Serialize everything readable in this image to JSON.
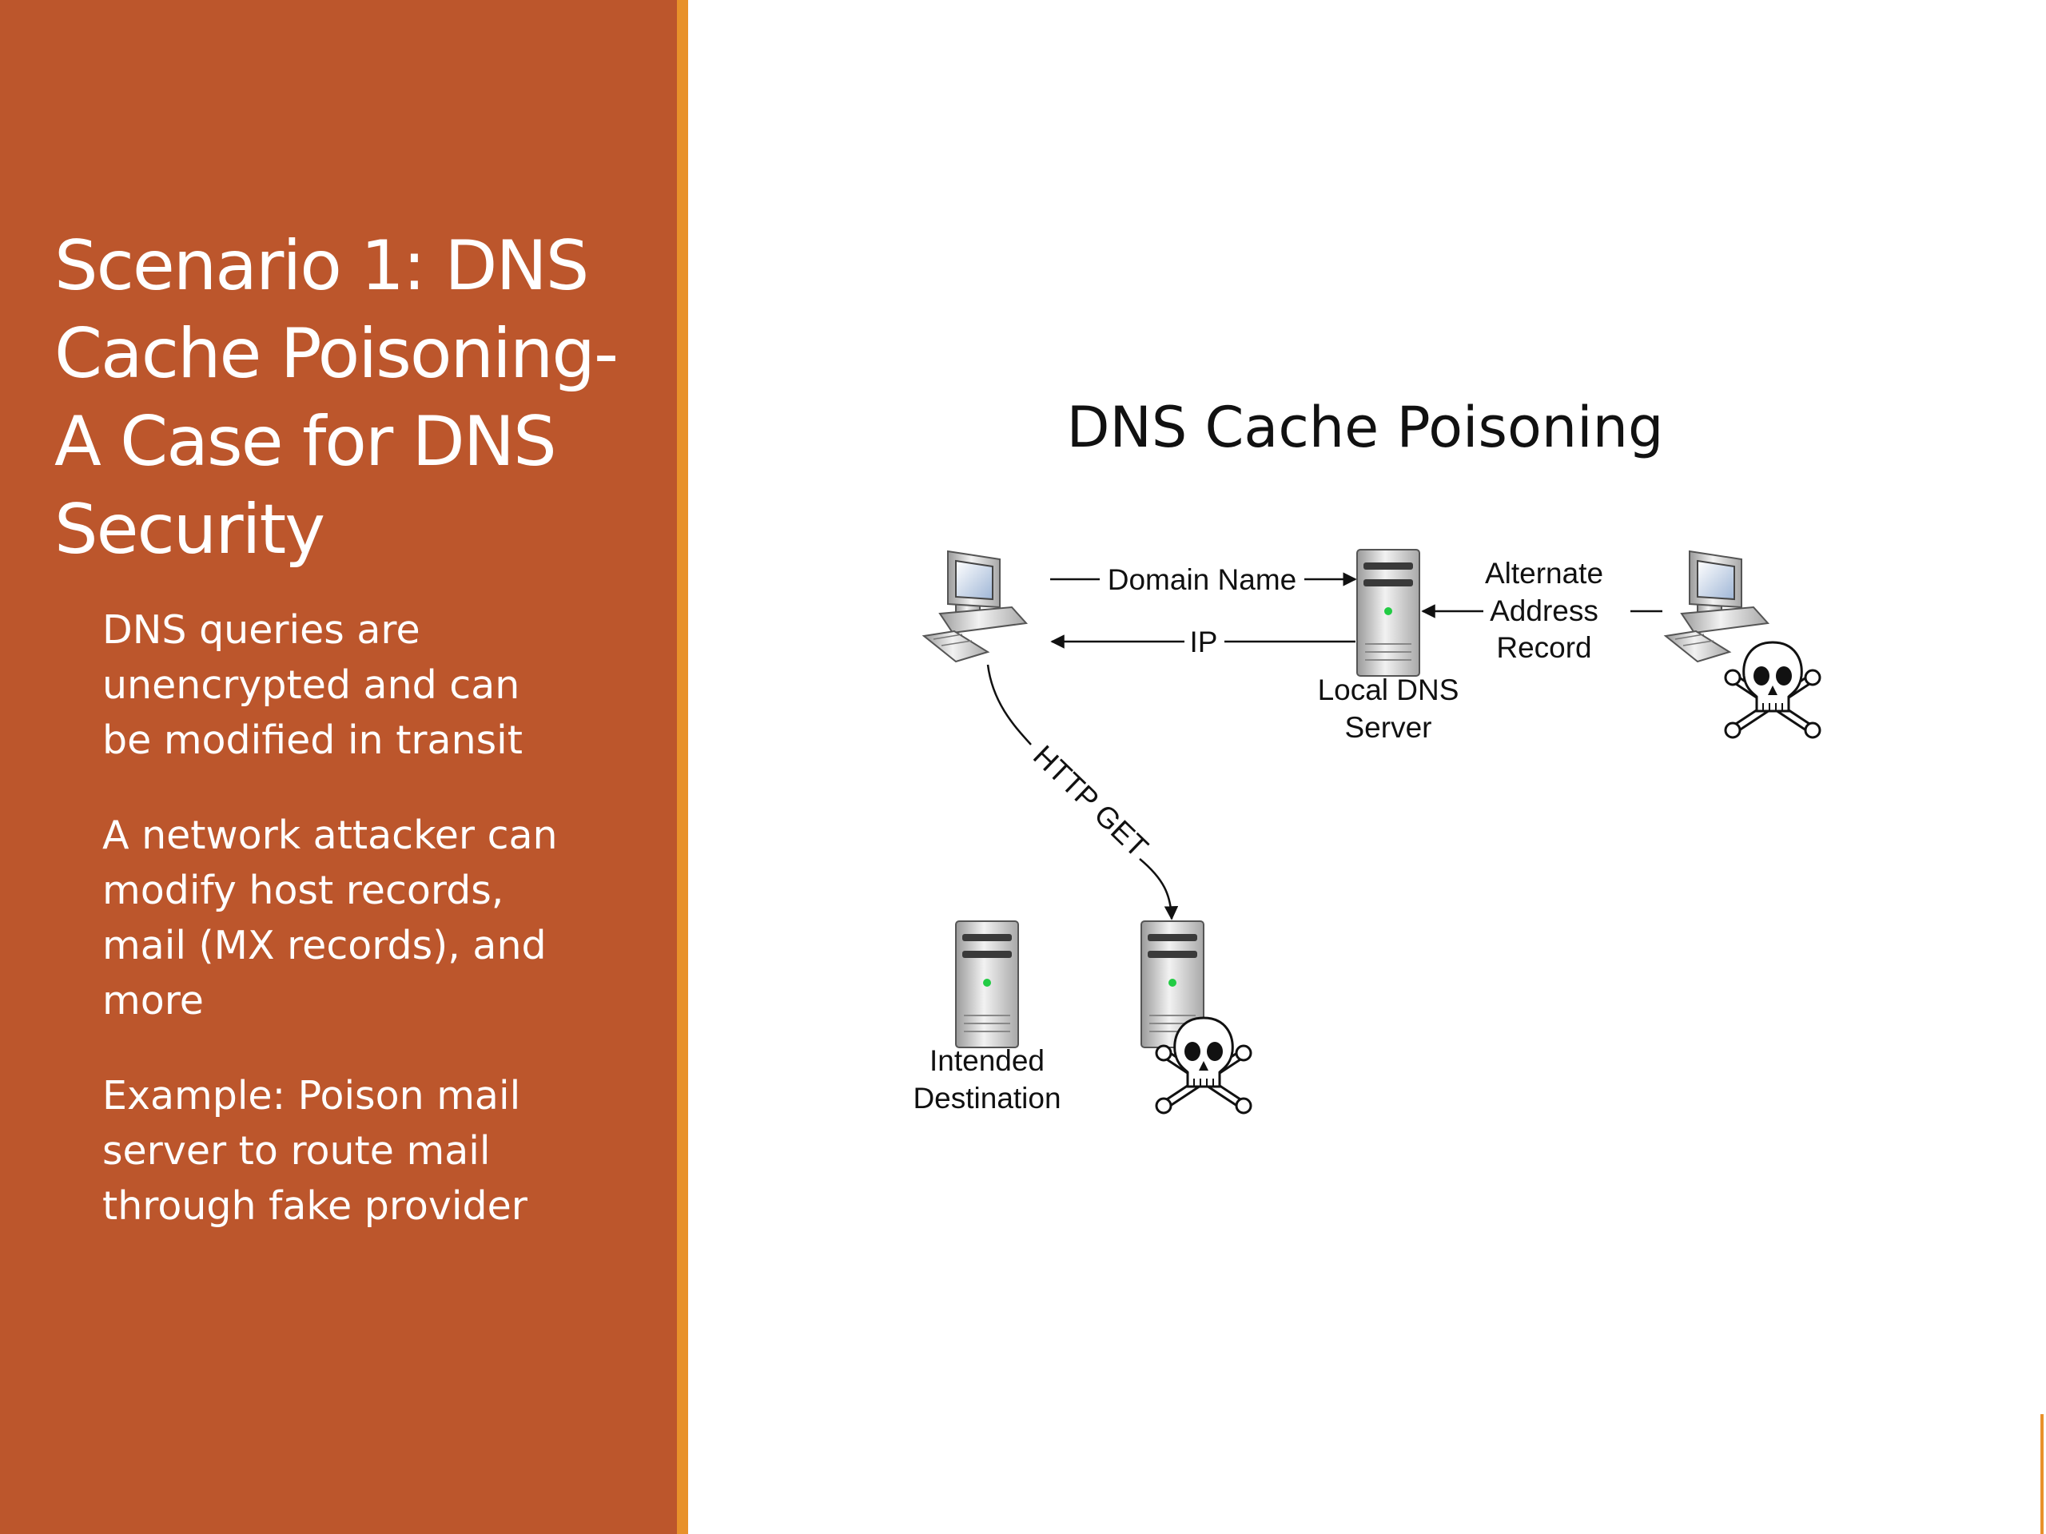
{
  "slide": {
    "title_lines": [
      "Scenario 1: DNS",
      "Cache Poisoning-",
      "A Case for DNS",
      "Security"
    ],
    "bullets": [
      {
        "lines": [
          "DNS queries are",
          "unencrypted and can",
          "be modified in transit"
        ]
      },
      {
        "lines": [
          "A network attacker can",
          "modify host records,",
          "mail (MX records), and",
          "more"
        ]
      },
      {
        "lines": [
          "Example: Poison mail",
          "server to route mail",
          "through fake provider"
        ]
      }
    ]
  },
  "diagram": {
    "title": "DNS Cache Poisoning",
    "edges": {
      "domain_name": "Domain Name",
      "ip": "IP",
      "http_get": "HTTP GET"
    },
    "nodes": {
      "local_dns_line1": "Local DNS",
      "local_dns_line2": "Server",
      "alternate_line1": "Alternate",
      "alternate_line2": "Address",
      "alternate_line3": "Record",
      "intended_line1": "Intended",
      "intended_line2": "Destination"
    }
  },
  "colors": {
    "panel": "#BC562C",
    "accent": "#E8912A",
    "server_led": "#22CC44"
  }
}
